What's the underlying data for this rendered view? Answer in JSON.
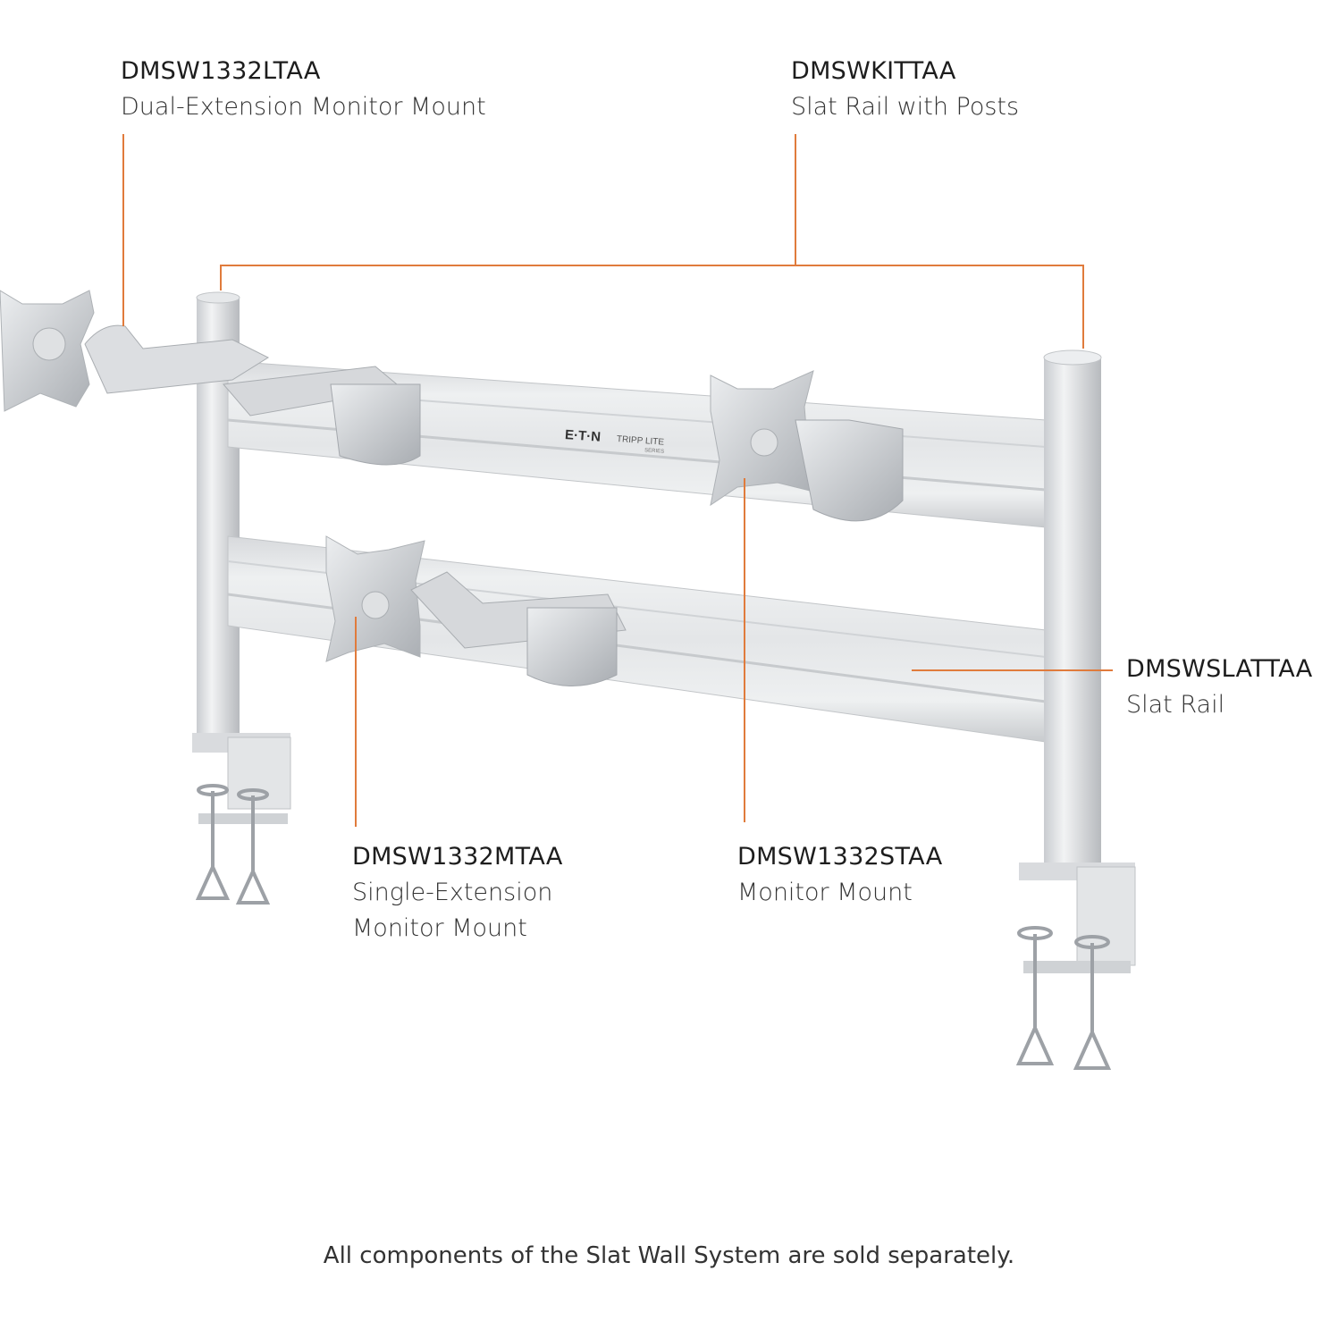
{
  "accent_color": "#e07b3c",
  "callouts": {
    "dual_extension": {
      "code": "DMSW1332LTAA",
      "desc": "Dual-Extension Monitor Mount"
    },
    "kit": {
      "code": "DMSWKITTAA",
      "desc": "Slat Rail with Posts"
    },
    "slat_rail": {
      "code": "DMSWSLATTAA",
      "desc": "Slat Rail"
    },
    "single_extension": {
      "code": "DMSW1332MTAA",
      "desc_line1": "Single-Extension",
      "desc_line2": "Monitor Mount"
    },
    "monitor_mount": {
      "code": "DMSW1332STAA",
      "desc": "Monitor Mount"
    }
  },
  "rail_logo": {
    "brand": "E·T·N",
    "series": "TRIPP LITE",
    "series_sub": "SERIES"
  },
  "footer": "All components of the Slat Wall System are sold separately."
}
